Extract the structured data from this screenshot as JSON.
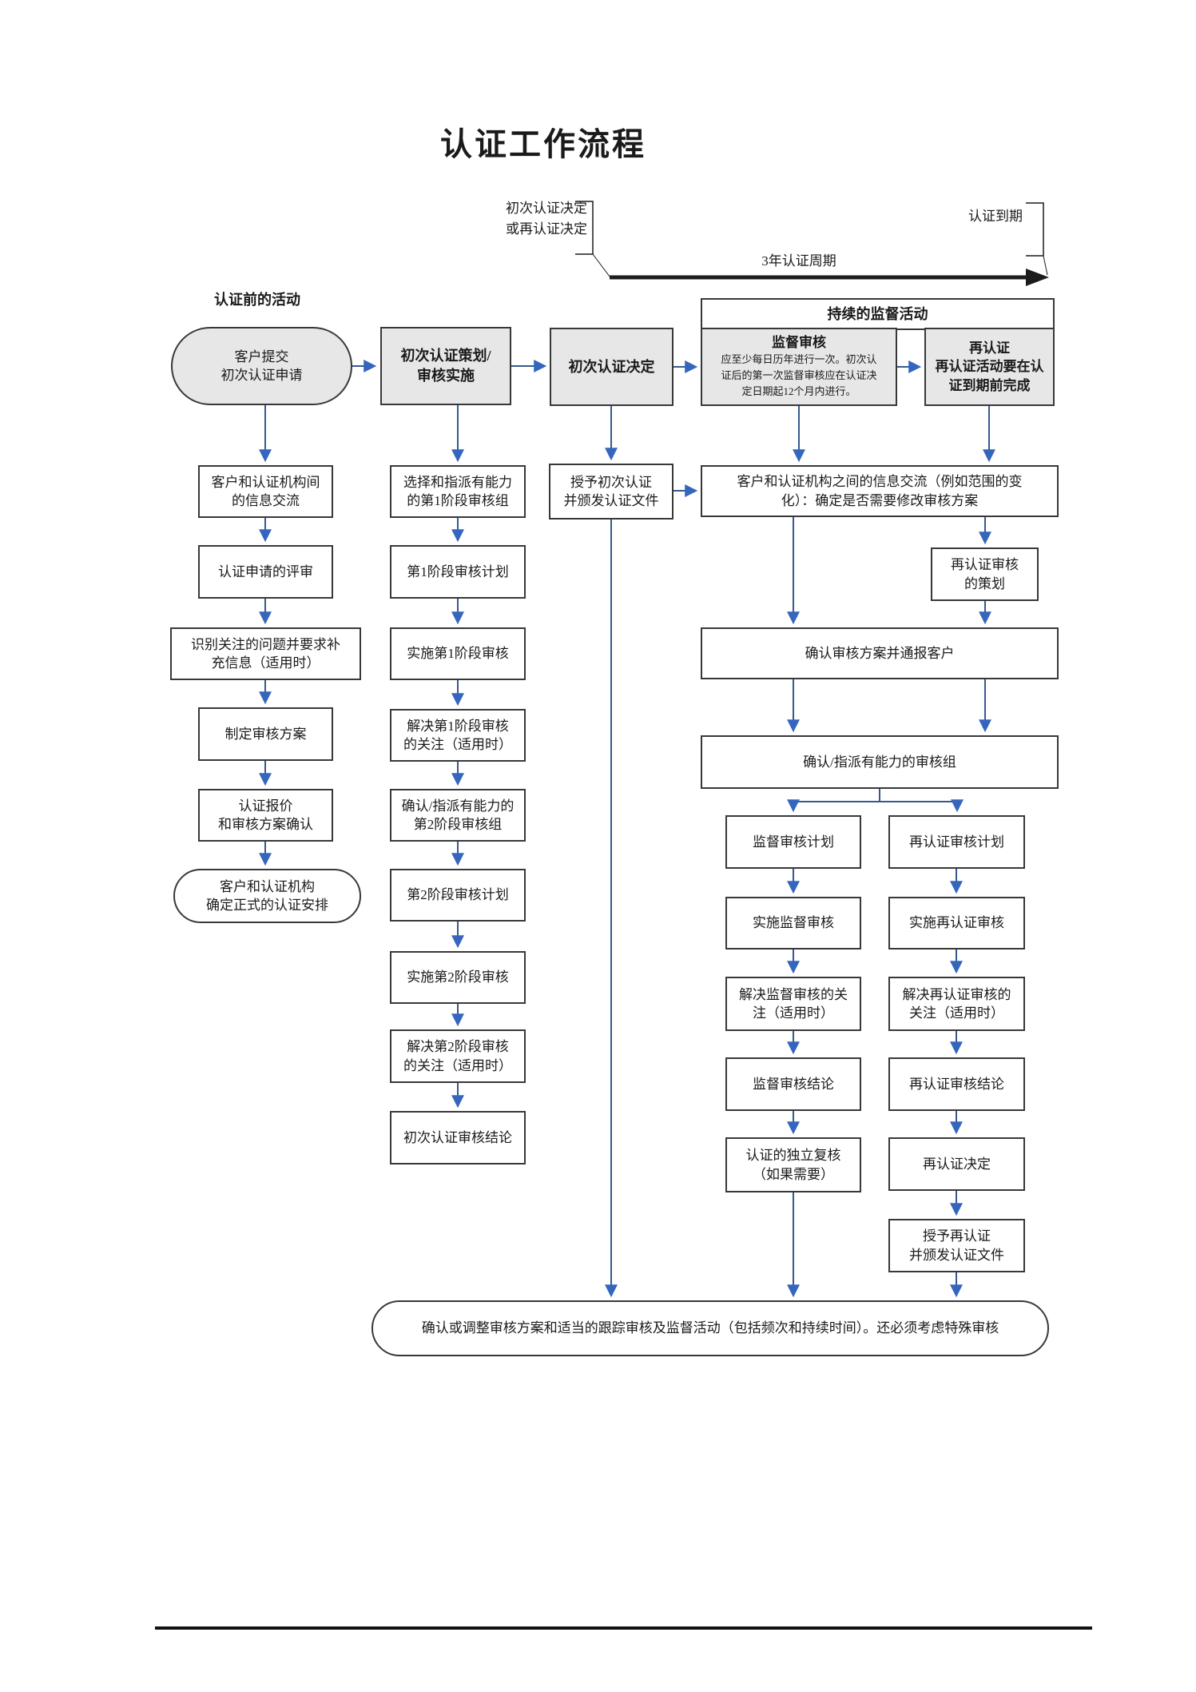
{
  "title": "认证工作流程",
  "timeline": {
    "decision_label": "初次认证决定\n或再认证决定",
    "cycle_label": "3年认证周期",
    "expire_label": "认证到期",
    "band_label": "持续的监督活动"
  },
  "labels": {
    "pre_activities": "认证前的活动"
  },
  "top_row": {
    "start": "客户提交\n初次认证申请",
    "plan": "初次认证策划/\n审核实施",
    "decision": "初次认证决定",
    "surveillance_title": "监督审核",
    "surveillance_body": "应至少每日历年进行一次。初次认\n证后的第一次监督审核应在认证决\n定日期起12个月内进行。",
    "recert": "再认证\n再认证活动要在认\n证到期前完成"
  },
  "pre_col": [
    "客户和认证机构间\n的信息交流",
    "认证申请的评审",
    "识别关注的问题并要求补\n充信息（适用时）",
    "制定审核方案",
    "认证报价\n和审核方案确认",
    "客户和认证机构\n确定正式的认证安排"
  ],
  "stage_col": [
    "选择和指派有能力\n的第1阶段审核组",
    "第1阶段审核计划",
    "实施第1阶段审核",
    "解决第1阶段审核\n的关注（适用时）",
    "确认/指派有能力的\n第2阶段审核组",
    "第2阶段审核计划",
    "实施第2阶段审核",
    "解决第2阶段审核\n的关注（适用时）",
    "初次认证审核结论"
  ],
  "grant_initial": "授予初次认证\n并颁发认证文件",
  "wide": [
    "客户和认证机构之间的信息交流（例如范围的变\n化）：确定是否需要修改审核方案",
    "确认审核方案并通报客户",
    "确认/指派有能力的审核组"
  ],
  "recert_planning": "再认证审核\n的策划",
  "surv_col": [
    "监督审核计划",
    "实施监督审核",
    "解决监督审核的关\n注（适用时）",
    "监督审核结论",
    "认证的独立复核\n（如果需要）"
  ],
  "recert_col": [
    "再认证审核计划",
    "实施再认证审核",
    "解决再认证审核的\n关注（适用时）",
    "再认证审核结论",
    "再认证决定",
    "授予再认证\n并颁发认证文件"
  ],
  "bottom_note": "确认或调整审核方案和适当的跟踪审核及监督活动（包括频次和持续时间）。还必须考虑特殊审核",
  "colors": {
    "connector_blue": "#35598f",
    "arrowhead_blue": "#3566bd",
    "box_gray": "#e7e7e7",
    "border": "#383838",
    "timeline_black": "#1c1c1c"
  }
}
